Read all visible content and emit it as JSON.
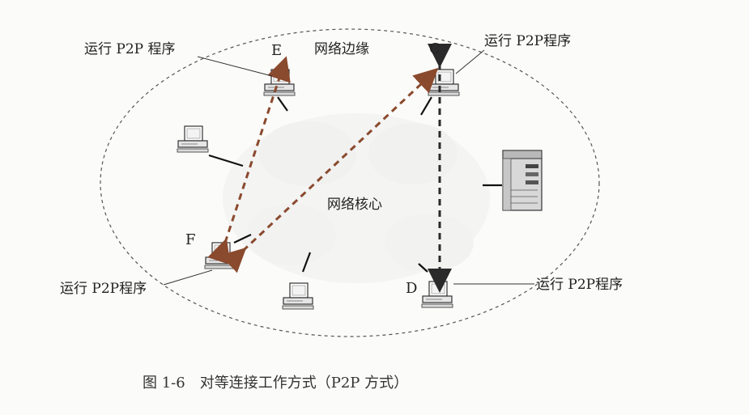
{
  "nodes": {
    "E": {
      "letter": "E",
      "program_label": "运行 P2P 程序"
    },
    "C": {
      "letter": "C",
      "program_label": "运行 P2P程序"
    },
    "F": {
      "letter": "F",
      "program_label": "运行 P2P程序"
    },
    "D": {
      "letter": "D",
      "program_label": "运行 P2P程序"
    }
  },
  "regions": {
    "edge_label": "网络边缘",
    "core_label": "网络核心"
  },
  "caption": "图 1-6　对等连接工作方式（P2P 方式）",
  "colors": {
    "p2p_arrow": "#8a4a2e",
    "core_arrow": "#2a2a2a",
    "outline": "#444444"
  },
  "icons": {
    "host": "desktop-computer-icon",
    "server": "tower-server-icon"
  }
}
